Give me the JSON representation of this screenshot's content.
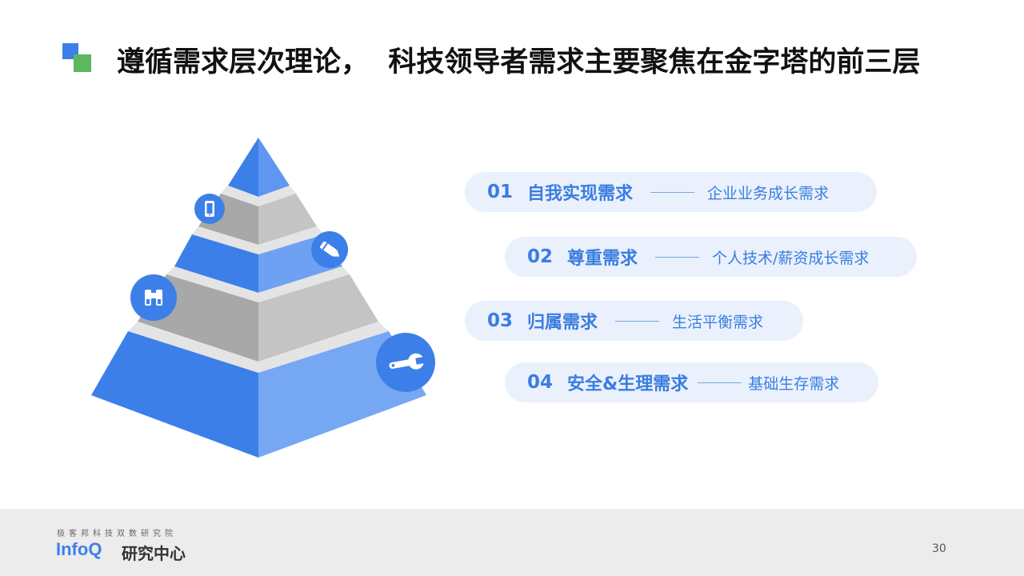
{
  "title": "遵循需求层次理论，  科技领导者需求主要聚焦在金字塔的前三层",
  "levels": [
    {
      "num": "01",
      "name": "自我实现需求",
      "desc": "企业业务成长需求"
    },
    {
      "num": "02",
      "name": "尊重需求",
      "desc": "个人技术/薪资成长需求"
    },
    {
      "num": "03",
      "name": "归属需求",
      "desc": "生活平衡需求"
    },
    {
      "num": "04",
      "name": "安全&生理需求",
      "desc": "基础生存需求"
    }
  ],
  "icons": [
    "phone-icon",
    "pencil-icon",
    "binoculars-icon",
    "wrench-icon"
  ],
  "colors": {
    "accent": "#3d7fe9",
    "pill_bg": "#eaf1fd",
    "green": "#5cb85c"
  },
  "footer": {
    "org": "极客邦科技双数研究院",
    "brand": "InfoQ",
    "center": "研究中心",
    "page": "30"
  }
}
